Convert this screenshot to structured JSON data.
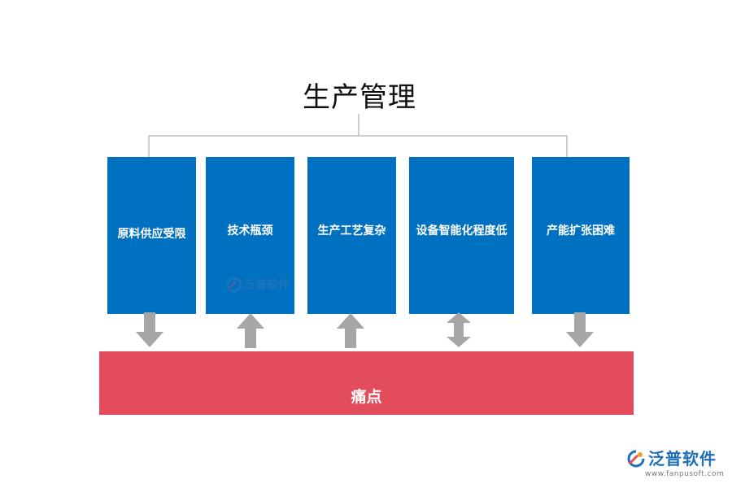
{
  "diagram": {
    "title": "生产管理",
    "boxes": [
      {
        "label": "原料供应受限",
        "arrow": "down"
      },
      {
        "label": "技术瓶颈",
        "arrow": "up"
      },
      {
        "label": "生产工艺复杂",
        "arrow": "up"
      },
      {
        "label": "设备智能化程度低",
        "arrow": "both"
      },
      {
        "label": "产能扩张困难",
        "arrow": "down"
      }
    ],
    "bottom_bar_label": "痛点"
  },
  "colors": {
    "box_fill": "#0070c0",
    "bar_fill": "#e24c5c",
    "arrow_fill": "#a6a6a6",
    "connector": "#bfbfbf"
  },
  "watermark": {
    "text": "泛普软件"
  },
  "branding": {
    "logo_text": "泛普软件",
    "url": "www.fanpusoft.com"
  }
}
